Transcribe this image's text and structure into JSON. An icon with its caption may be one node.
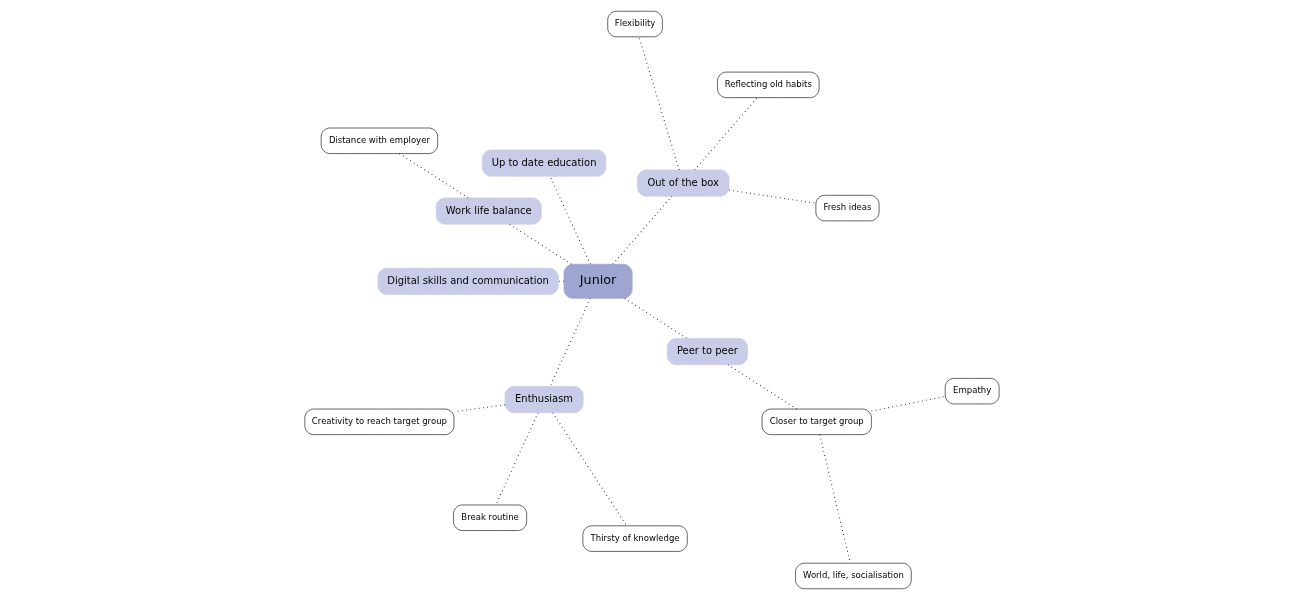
{
  "diagram": {
    "nodes": [
      {
        "text": [
          "Junior"
        ]
      },
      {
        "text": [
          "Out of the box"
        ]
      },
      {
        "text": [
          "Fresh ideas"
        ]
      },
      {
        "text": [
          "Reflecting old habits"
        ]
      },
      {
        "text": [
          "Flexibility"
        ]
      },
      {
        "text": [
          "Up to date education"
        ]
      },
      {
        "text": [
          "Work life balance"
        ]
      },
      {
        "text": [
          "Distance with employer"
        ]
      },
      {
        "text": [
          "Digital skills and communication"
        ]
      },
      {
        "text": [
          "Enthusiasm"
        ]
      },
      {
        "text": [
          "Creativity to reach target group"
        ]
      },
      {
        "text": [
          "Break routine"
        ]
      },
      {
        "text": [
          "Thirsty of knowledge"
        ]
      },
      {
        "text": [
          "Peer to peer"
        ]
      },
      {
        "text": [
          "Closer to target group"
        ]
      },
      {
        "text": [
          "World, life, socialisation"
        ]
      },
      {
        "text": [
          "Empathy"
        ]
      }
    ],
    "edges": [
      {
        "from": 0,
        "to": 1,
        "arrow": "none"
      },
      {
        "from": 1,
        "to": 2,
        "arrow": "none"
      },
      {
        "from": 1,
        "to": 3,
        "arrow": "none"
      },
      {
        "from": 1,
        "to": 4,
        "arrow": "none"
      },
      {
        "from": 0,
        "to": 5,
        "arrow": "none"
      },
      {
        "from": 0,
        "to": 6,
        "arrow": "none"
      },
      {
        "from": 6,
        "to": 7,
        "arrow": "none"
      },
      {
        "from": 0,
        "to": 8,
        "arrow": "none"
      },
      {
        "from": 0,
        "to": 9,
        "arrow": "none"
      },
      {
        "from": 9,
        "to": 10,
        "arrow": "none"
      },
      {
        "from": 9,
        "to": 11,
        "arrow": "none"
      },
      {
        "from": 9,
        "to": 12,
        "arrow": "none"
      },
      {
        "from": 0,
        "to": 13,
        "arrow": "none"
      },
      {
        "from": 13,
        "to": 14,
        "arrow": "none"
      },
      {
        "from": 14,
        "to": 15,
        "arrow": "none"
      },
      {
        "from": 14,
        "to": 16,
        "arrow": "none"
      }
    ]
  }
}
